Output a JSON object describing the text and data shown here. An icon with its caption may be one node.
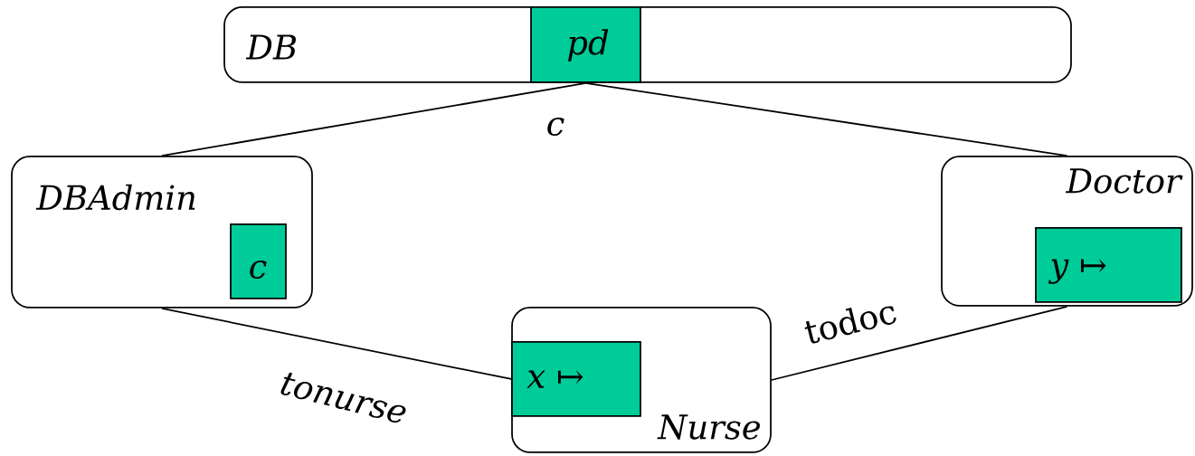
{
  "diagram": {
    "nodes": [
      {
        "text": [
          "DB"
        ]
      },
      {
        "text": [
          "pd"
        ],
        "in": 0
      },
      {
        "text": [
          "DBAdmin"
        ]
      },
      {
        "text": [
          "c"
        ],
        "in": 2
      },
      {
        "text": [
          "Doctor"
        ]
      },
      {
        "text": [
          "y ↦"
        ],
        "in": 4
      },
      {
        "text": [
          "Nurse"
        ]
      },
      {
        "text": [
          "x ↦"
        ],
        "in": 6
      }
    ],
    "edges": [
      {
        "from": 1,
        "to": 2,
        "arrow": "none"
      },
      {
        "from": 1,
        "to": 4,
        "arrow": "none"
      },
      {
        "from": 2,
        "to": 7,
        "arrow": "none",
        "label": "tonurse"
      },
      {
        "from": 6,
        "to": 4,
        "arrow": "none",
        "label": "todoc"
      }
    ],
    "labels": [
      "c"
    ]
  }
}
